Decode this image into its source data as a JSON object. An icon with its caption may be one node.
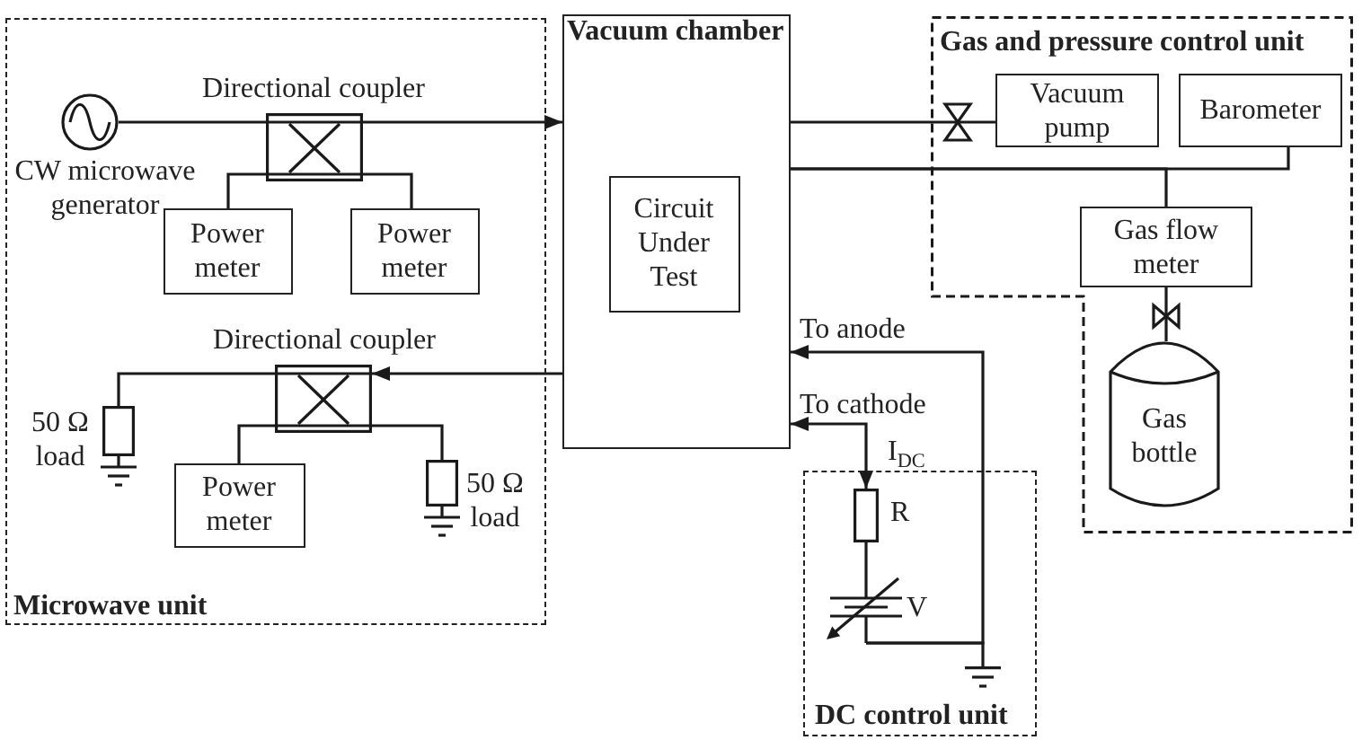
{
  "diagram": {
    "nodes": [
      {
        "text": [
          "Microwave unit"
        ]
      },
      {
        "text": [
          "CW microwave generator"
        ],
        "in": 0
      },
      {
        "text": [
          "Directional coupler"
        ],
        "in": 0
      },
      {
        "text": [
          "Power meter"
        ],
        "in": 0
      },
      {
        "text": [
          "Power meter"
        ],
        "in": 0
      },
      {
        "text": [
          "Directional coupler"
        ],
        "in": 0
      },
      {
        "text": [
          "50 Ω load"
        ],
        "in": 0
      },
      {
        "text": [
          "Power meter"
        ],
        "in": 0
      },
      {
        "text": [
          "50 Ω load"
        ],
        "in": 0
      },
      {
        "text": [
          "Vacuum chamber"
        ]
      },
      {
        "text": [
          "Circuit Under Test"
        ],
        "in": 9
      },
      {
        "text": [
          "Gas and pressure control unit"
        ]
      },
      {
        "text": [
          "Vacuum pump"
        ],
        "in": 11
      },
      {
        "text": [
          "Barometer"
        ],
        "in": 11
      },
      {
        "text": [
          "Gas flow meter"
        ],
        "in": 11
      },
      {
        "text": [
          "Gas bottle"
        ],
        "in": 11
      },
      {
        "text": [
          "DC control unit"
        ]
      },
      {
        "text": [
          "R"
        ],
        "in": 16
      },
      {
        "text": [
          "V"
        ],
        "in": 16
      },
      {
        "text": [],
        "shape": "ground",
        "in": 16
      }
    ],
    "edges": [
      {
        "from": 1,
        "to": 2,
        "arrow": "none"
      },
      {
        "from": 2,
        "to": 9,
        "arrow": "to"
      },
      {
        "from": 2,
        "to": 3,
        "arrow": "none"
      },
      {
        "from": 2,
        "to": 4,
        "arrow": "none"
      },
      {
        "from": 9,
        "to": 5,
        "arrow": "to"
      },
      {
        "from": 5,
        "to": 6,
        "arrow": "none"
      },
      {
        "from": 5,
        "to": 7,
        "arrow": "none"
      },
      {
        "from": 5,
        "to": 8,
        "arrow": "none"
      },
      {
        "from": 9,
        "to": 12,
        "arrow": "none"
      },
      {
        "from": 9,
        "to": 13,
        "arrow": "none"
      },
      {
        "from": 9,
        "to": 14,
        "arrow": "none"
      },
      {
        "from": 14,
        "to": 15,
        "arrow": "none"
      },
      {
        "from": 18,
        "to": 9,
        "arrow": "to",
        "label": "To anode"
      },
      {
        "from": 9,
        "to": 17,
        "arrow": "both",
        "label": "To cathode"
      },
      {
        "from": 17,
        "to": 18,
        "arrow": "none"
      },
      {
        "from": 18,
        "to": 19,
        "arrow": "none"
      }
    ],
    "labels": [
      "I$_{DC}$"
    ]
  }
}
